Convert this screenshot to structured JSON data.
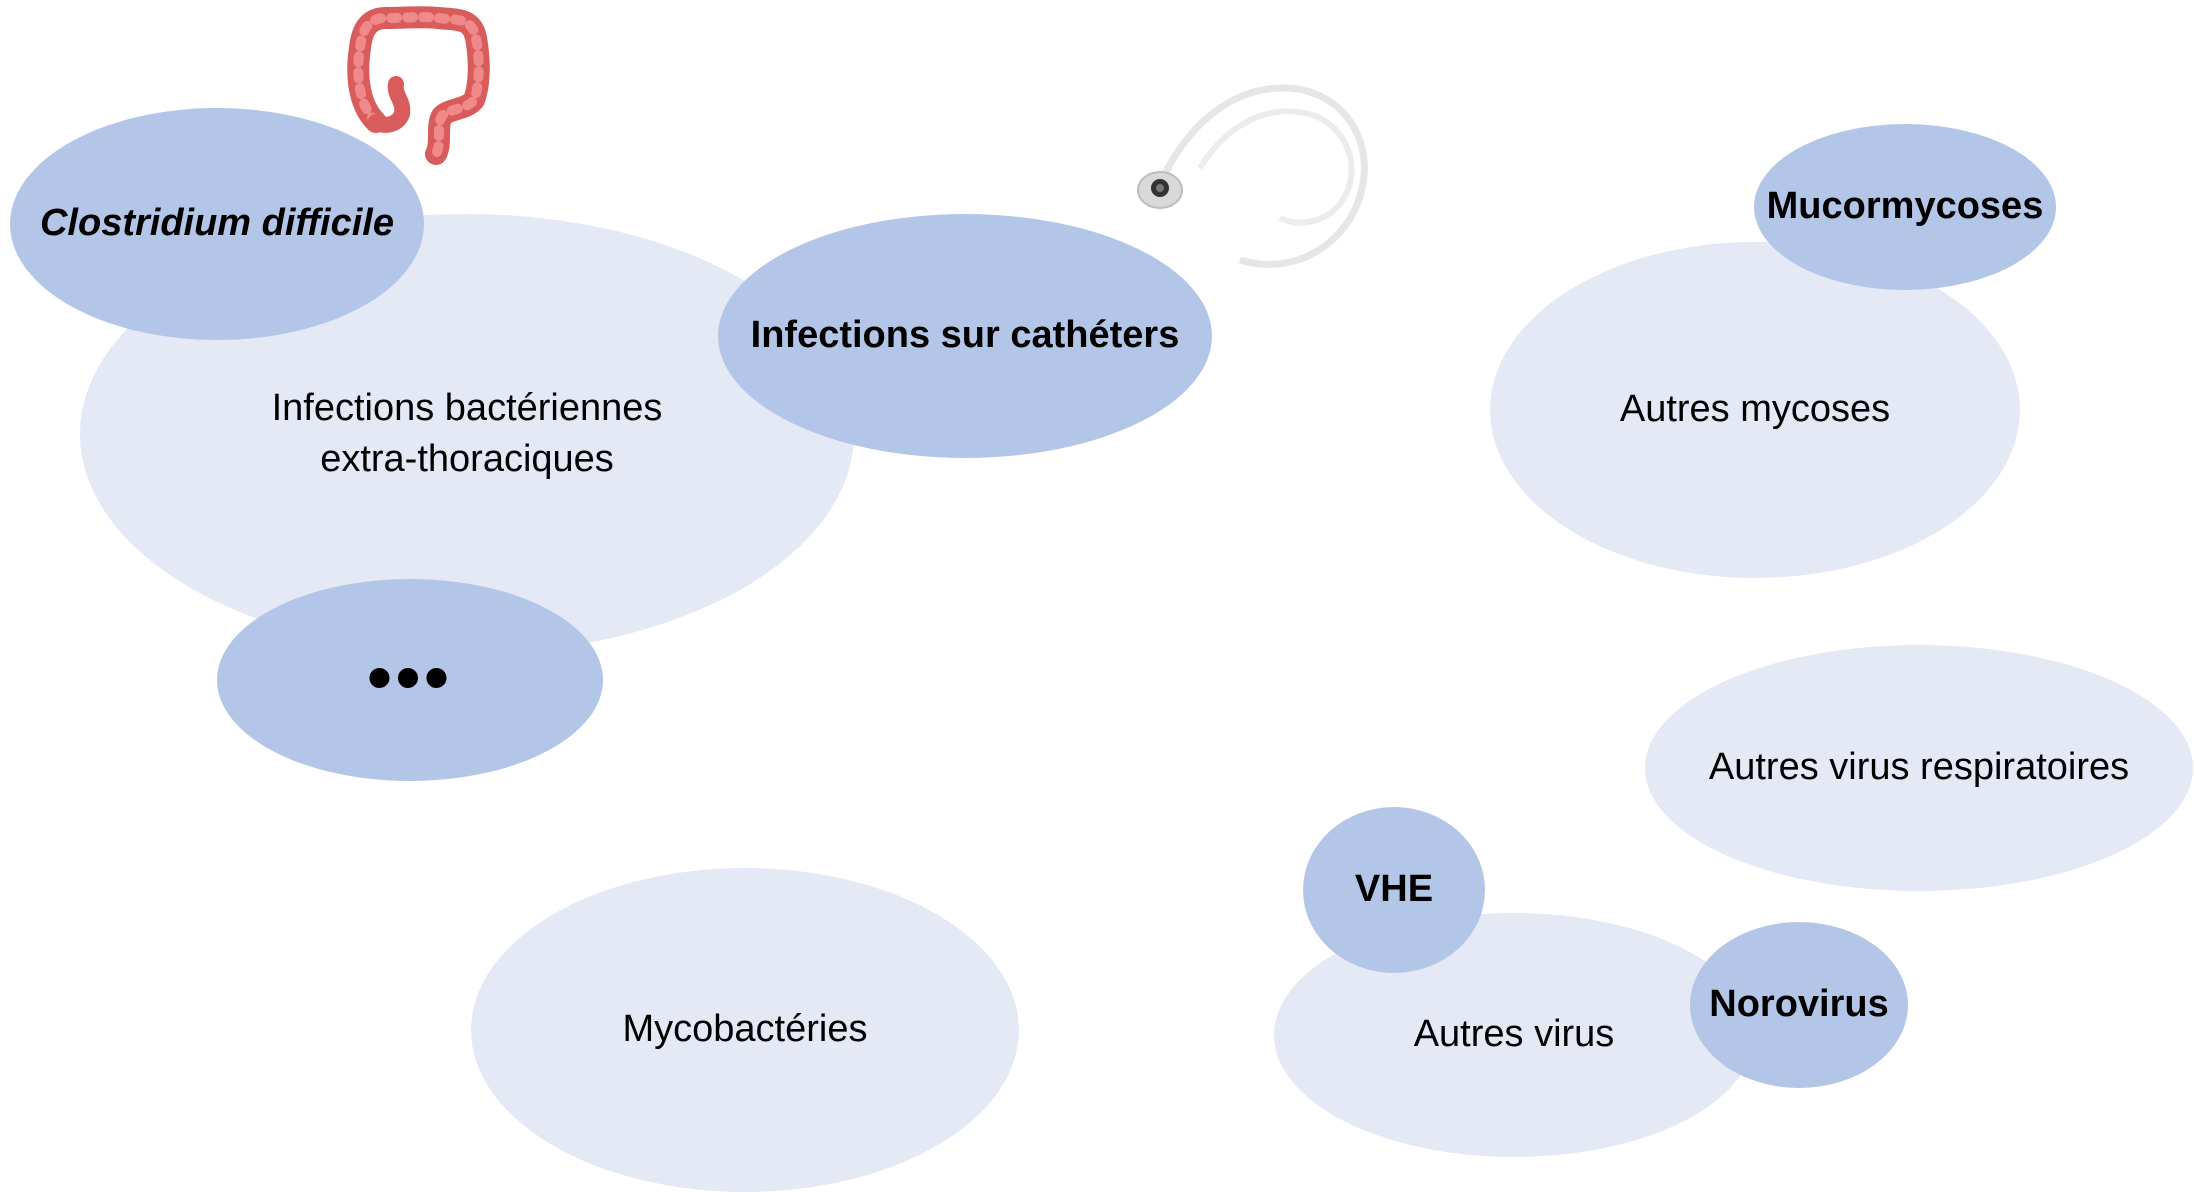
{
  "nodes": {
    "infections_bacteriennes": "Infections bactériennes\nextra-thoraciques",
    "clostridium": "Clostridium difficile",
    "catheters": "Infections sur cathéters",
    "ellipsis": "•••",
    "mycobacteries": "Mycobactéries",
    "autres_mycoses": "Autres mycoses",
    "mucormycoses": "Mucormycoses",
    "autres_virus_respiratoires": "Autres virus respiratoires",
    "autres_virus": "Autres virus",
    "vhe": "VHE",
    "norovirus": "Norovirus"
  },
  "images": {
    "colon": "colon-icon",
    "catheter": "catheter-icon"
  },
  "colors": {
    "light_bubble": "#e4e9f5",
    "dark_bubble": "#b4c6e7",
    "colon": "#e06666",
    "catheter": "#e8e8e8"
  }
}
